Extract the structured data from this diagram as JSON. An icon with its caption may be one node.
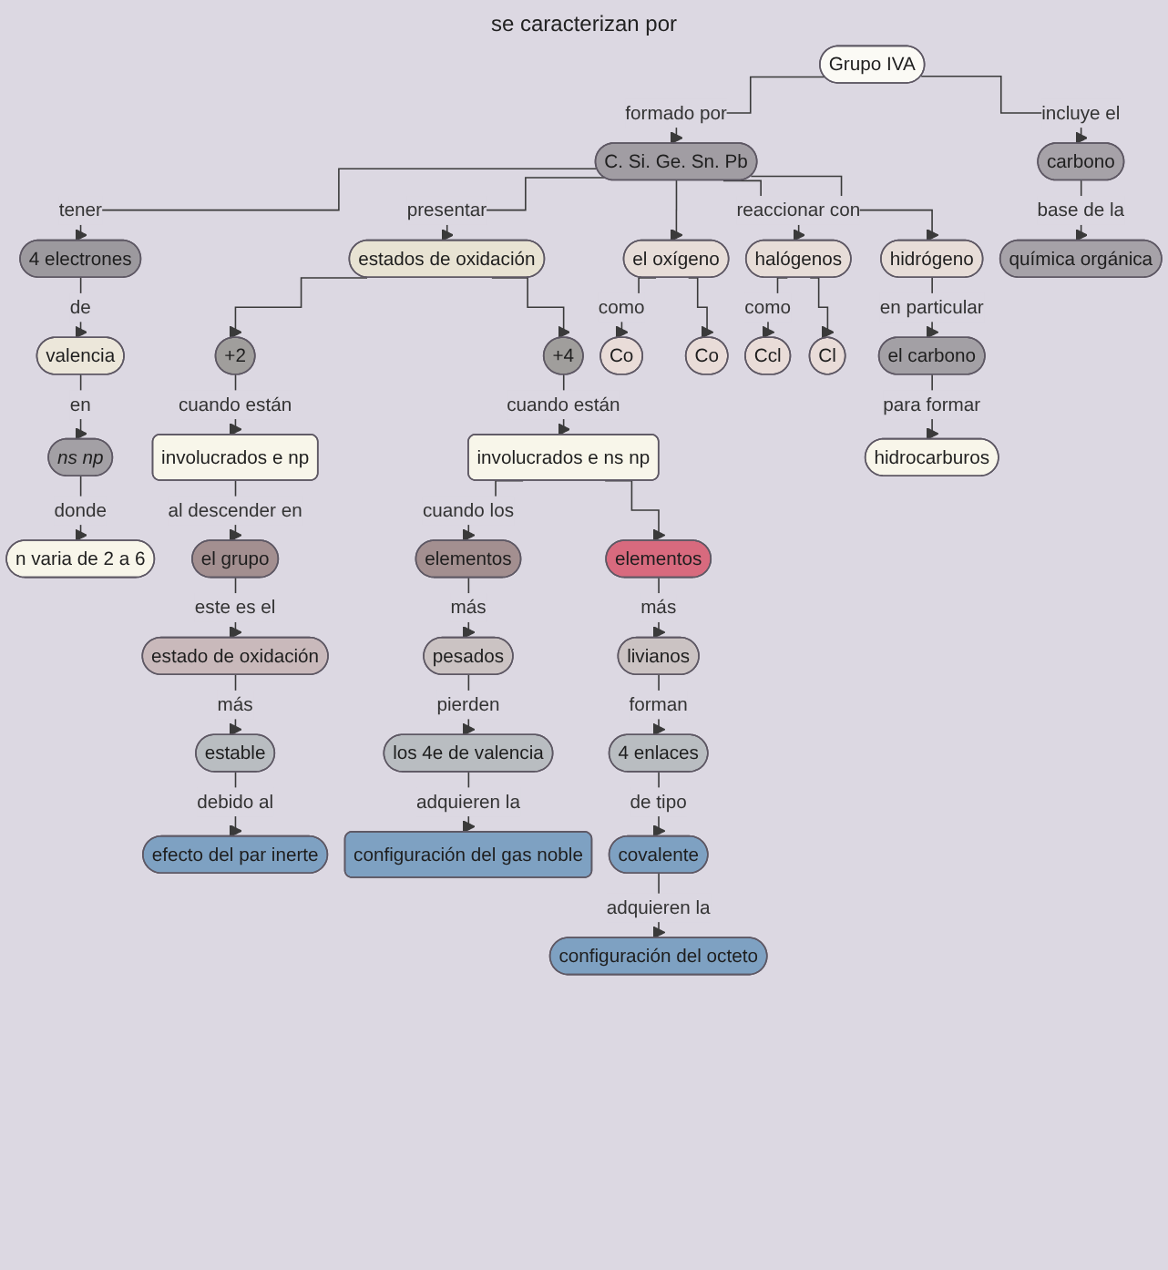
{
  "diagram": {
    "nodes": [
      {
        "text": [
          "Grupo IVA"
        ]
      },
      {
        "text": [
          "C. Si. Ge. Sn. Pb"
        ]
      },
      {
        "text": [
          "carbono"
        ]
      },
      {
        "text": [
          "química orgánica"
        ]
      },
      {
        "text": [
          "4 electrones"
        ]
      },
      {
        "text": [
          "valencia"
        ]
      },
      {
        "text": [
          "estados de oxidación"
        ]
      },
      {
        "text": [
          "el oxígeno"
        ]
      },
      {
        "text": [
          "halógenos"
        ]
      },
      {
        "text": [
          "hidrógeno"
        ]
      },
      {
        "text": [
          "ns np"
        ]
      },
      {
        "text": [
          "+2"
        ]
      },
      {
        "text": [
          "+4"
        ]
      },
      {
        "text": [
          "el carbono"
        ]
      },
      {
        "text": [
          "Co"
        ]
      },
      {
        "text": [
          "Co"
        ]
      },
      {
        "text": [
          "Ccl"
        ]
      },
      {
        "text": [
          "Cl"
        ]
      },
      {
        "text": [
          "n varia de 2 a 6"
        ]
      },
      {
        "text": [
          "involucrados e np"
        ]
      },
      {
        "text": [
          "involucrados e ns np"
        ]
      },
      {
        "text": [
          "hidrocarburos"
        ]
      },
      {
        "text": [
          "elementos"
        ]
      },
      {
        "text": [
          "el grupo"
        ]
      },
      {
        "text": [
          "elementos"
        ]
      },
      {
        "text": [
          "estado de oxidación"
        ]
      },
      {
        "text": [
          "pesados"
        ]
      },
      {
        "text": [
          "livianos"
        ]
      },
      {
        "text": [
          "estable"
        ]
      },
      {
        "text": [
          "los 4e de valencia"
        ]
      },
      {
        "text": [
          "4 enlaces"
        ]
      },
      {
        "text": [
          "efecto del par inerte"
        ]
      },
      {
        "text": [
          "configuración del gas noble"
        ]
      },
      {
        "text": [
          "covalente"
        ]
      },
      {
        "text": [
          "configuración del octeto"
        ]
      }
    ],
    "edges": [
      {
        "from": 0,
        "to": 1,
        "arrow": "to",
        "label": "formado por"
      },
      {
        "from": 1,
        "to": 4,
        "arrow": "to",
        "label": "tener"
      },
      {
        "from": 1,
        "to": 6,
        "arrow": "to",
        "label": "presentar"
      },
      {
        "from": 1,
        "to": 7,
        "arrow": "to"
      },
      {
        "from": 1,
        "to": 8,
        "arrow": "to",
        "label": "reaccionar con"
      },
      {
        "from": 1,
        "to": 9,
        "arrow": "to"
      },
      {
        "from": 0,
        "to": 2,
        "arrow": "to",
        "label": "incluye el"
      },
      {
        "from": 2,
        "to": 3,
        "arrow": "to",
        "label": "base de la"
      },
      {
        "from": 4,
        "to": 5,
        "arrow": "to",
        "label": "de"
      },
      {
        "from": 6,
        "to": 11,
        "arrow": "to"
      },
      {
        "from": 6,
        "to": 12,
        "arrow": "to"
      },
      {
        "from": 7,
        "to": 14,
        "arrow": "to",
        "label": "como"
      },
      {
        "from": 7,
        "to": 15,
        "arrow": "to"
      },
      {
        "from": 8,
        "to": 16,
        "arrow": "to",
        "label": "como"
      },
      {
        "from": 8,
        "to": 17,
        "arrow": "to"
      },
      {
        "from": 9,
        "to": 13,
        "arrow": "to",
        "label": "en particular"
      },
      {
        "from": 5,
        "to": 10,
        "arrow": "to",
        "label": "en"
      },
      {
        "from": 10,
        "to": 18,
        "arrow": "to",
        "label": "donde"
      },
      {
        "from": 11,
        "to": 19,
        "arrow": "to",
        "label": "cuando están"
      },
      {
        "from": 12,
        "to": 20,
        "arrow": "to",
        "label": "cuando están"
      },
      {
        "from": 13,
        "to": 21,
        "arrow": "to",
        "label": "para formar"
      },
      {
        "from": 19,
        "to": 23,
        "arrow": "to",
        "label": "al descender en"
      },
      {
        "from": 20,
        "to": 24,
        "arrow": "to",
        "label": "cuando los"
      },
      {
        "from": 20,
        "to": 22,
        "arrow": "to"
      },
      {
        "from": 23,
        "to": 25,
        "arrow": "to",
        "label": "este es el"
      },
      {
        "from": 25,
        "to": 28,
        "arrow": "to",
        "label": "más"
      },
      {
        "from": 28,
        "to": 31,
        "arrow": "to",
        "label": "debido al"
      },
      {
        "from": 24,
        "to": 26,
        "arrow": "to",
        "label": "más"
      },
      {
        "from": 26,
        "to": 29,
        "arrow": "to",
        "label": "pierden"
      },
      {
        "from": 29,
        "to": 32,
        "arrow": "to",
        "label": "adquieren la"
      },
      {
        "from": 22,
        "to": 27,
        "arrow": "to",
        "label": "más"
      },
      {
        "from": 27,
        "to": 30,
        "arrow": "to",
        "label": "forman"
      },
      {
        "from": 30,
        "to": 33,
        "arrow": "to",
        "label": "de tipo"
      },
      {
        "from": 33,
        "to": 34,
        "arrow": "to",
        "label": "adquieren la"
      }
    ],
    "labels": [
      "se caracterizan por"
    ]
  }
}
